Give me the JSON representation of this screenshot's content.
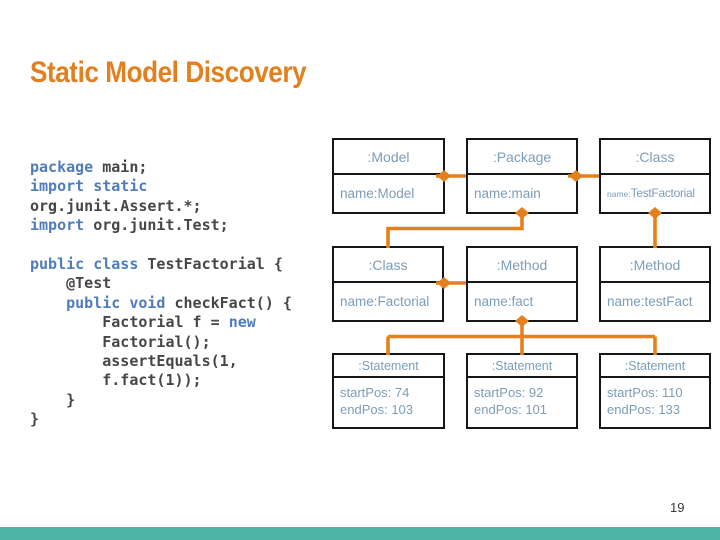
{
  "slide": {
    "title": "Static Model Discovery",
    "page_number": "19"
  },
  "colors": {
    "title_orange": "#E2801F",
    "connector_orange": "#E5801E",
    "box_text_blue": "#7C9DB9",
    "keyword_blue": "#4F7CBA",
    "code_gray": "#464646",
    "footer_teal": "#4CB5A3"
  },
  "code": {
    "lines": [
      [
        {
          "k": 1,
          "t": "package"
        },
        {
          "t": " main;"
        }
      ],
      [
        {
          "k": 1,
          "t": "import"
        },
        {
          "t": " "
        },
        {
          "k": 1,
          "t": "static"
        }
      ],
      [
        {
          "t": "org.junit.Assert.*;"
        }
      ],
      [
        {
          "k": 1,
          "t": "import"
        },
        {
          "t": " org.junit.Test;"
        }
      ],
      [],
      [
        {
          "k": 1,
          "t": "public"
        },
        {
          "t": " "
        },
        {
          "k": 1,
          "t": "class"
        },
        {
          "t": " TestFactorial {"
        }
      ],
      [
        {
          "t": "    @Test"
        }
      ],
      [
        {
          "t": "    "
        },
        {
          "k": 1,
          "t": "public"
        },
        {
          "t": " "
        },
        {
          "k": 1,
          "t": "void"
        },
        {
          "t": " checkFact() {"
        }
      ],
      [
        {
          "t": "        Factorial f = "
        },
        {
          "k": 1,
          "t": "new"
        }
      ],
      [
        {
          "t": "        Factorial();"
        }
      ],
      [
        {
          "t": "        assertEquals(1,"
        }
      ],
      [
        {
          "t": "        f.fact(1));"
        }
      ],
      [
        {
          "t": "    }"
        }
      ],
      [
        {
          "t": "}"
        }
      ]
    ]
  },
  "diagram": {
    "boxes": [
      {
        "id": "model",
        "title": ":Model",
        "attrs": [
          "name:Model"
        ]
      },
      {
        "id": "package",
        "title": ":Package",
        "attrs": [
          "name:main"
        ]
      },
      {
        "id": "class-testfactorial",
        "title": ":Class",
        "attr_prefix": "name:",
        "attr_value": "TestFactorial"
      },
      {
        "id": "class-factorial",
        "title": ":Class",
        "attrs": [
          "name:Factorial"
        ]
      },
      {
        "id": "method-fact",
        "title": ":Method",
        "attrs": [
          "name:fact"
        ]
      },
      {
        "id": "method-testfact",
        "title": ":Method",
        "attrs": [
          "name:testFact"
        ]
      },
      {
        "id": "statement-1",
        "title": ":Statement",
        "attrs": [
          "startPos: 74",
          "endPos: 103"
        ]
      },
      {
        "id": "statement-2",
        "title": ":Statement",
        "attrs": [
          "startPos: 92",
          "endPos: 101"
        ]
      },
      {
        "id": "statement-3",
        "title": ":Statement",
        "attrs": [
          "startPos: 110",
          "endPos: 133"
        ]
      }
    ],
    "connections": [
      {
        "from": "model",
        "to": "package",
        "type": "composition"
      },
      {
        "from": "package",
        "to": "class-testfactorial",
        "type": "composition"
      },
      {
        "from": "package",
        "to": "class-factorial",
        "type": "composition"
      },
      {
        "from": "class-testfactorial",
        "to": "method-testfact",
        "type": "composition"
      },
      {
        "from": "class-factorial",
        "to": "method-fact",
        "type": "composition"
      },
      {
        "from": "method-fact",
        "to": "statement-1",
        "type": "composition"
      },
      {
        "from": "method-fact",
        "to": "statement-2",
        "type": "composition"
      },
      {
        "from": "method-fact",
        "to": "statement-3",
        "type": "composition"
      }
    ]
  }
}
